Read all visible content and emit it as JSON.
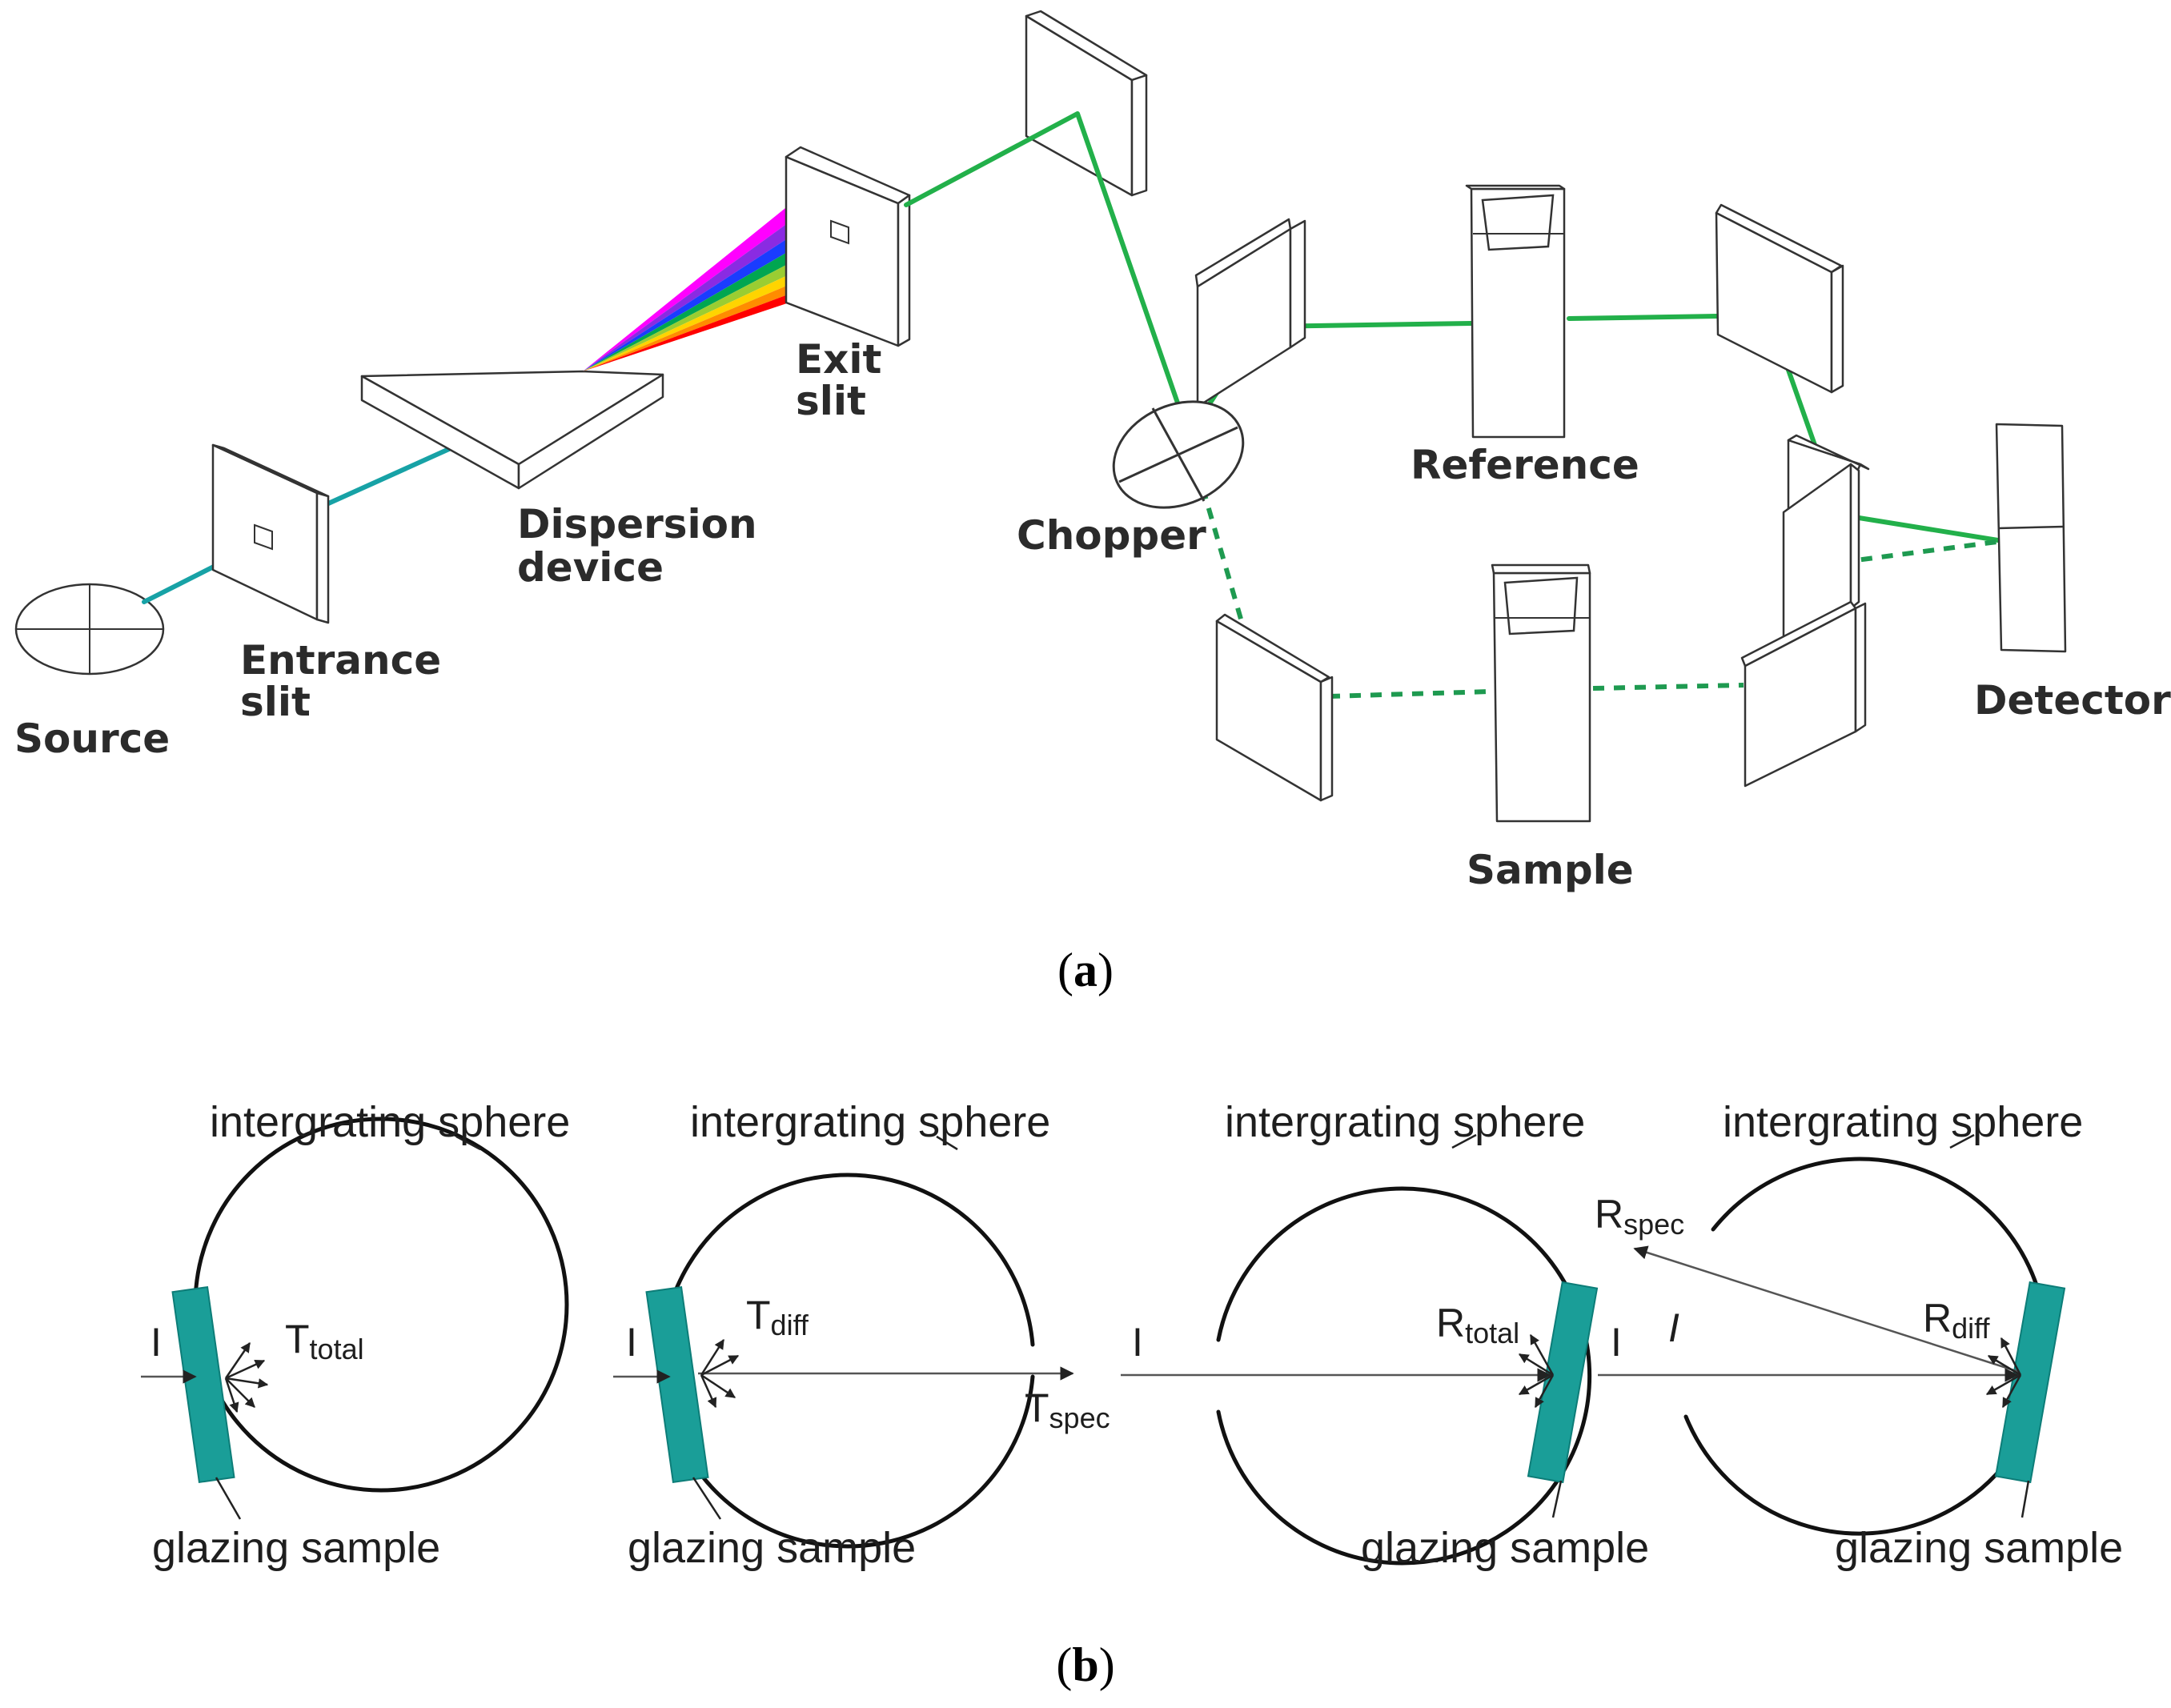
{
  "panel_a": {
    "labels": {
      "source": "Source",
      "entrance_1": "Entrance",
      "entrance_2": "slit",
      "dispersion_1": "Dispersion",
      "dispersion_2": "device",
      "exit_1": "Exit",
      "exit_2": "slit",
      "chopper": "Chopper",
      "reference": "Reference",
      "sample": "Sample",
      "detector": "Detector"
    },
    "caption_open": "(",
    "caption_letter": "a",
    "caption_close": ")",
    "colors": {
      "incoming_beam": "#17a2a6",
      "beam": "#22b04a",
      "sample_beam": "#1e9a50",
      "spectrum": [
        "#ff00ff",
        "#8a2be2",
        "#1a3cff",
        "#00a651",
        "#9acd32",
        "#ffd400",
        "#ff8c00",
        "#ff0000"
      ]
    }
  },
  "panel_b": {
    "sphere_label": "intergrating sphere",
    "sample_label": "glazing sample",
    "incident": "I",
    "t_total": {
      "main": "T",
      "sub": "total"
    },
    "t_diff": {
      "main": "T",
      "sub": "diff"
    },
    "t_spec": {
      "main": "T",
      "sub": "spec"
    },
    "r_total": {
      "main": "R",
      "sub": "total"
    },
    "r_diff": {
      "main": "R",
      "sub": "diff"
    },
    "r_spec": {
      "main": "R",
      "sub": "spec"
    },
    "caption_open": "(",
    "caption_letter": "b",
    "caption_close": ")",
    "colors": {
      "glazing": "#1a9e98"
    }
  }
}
